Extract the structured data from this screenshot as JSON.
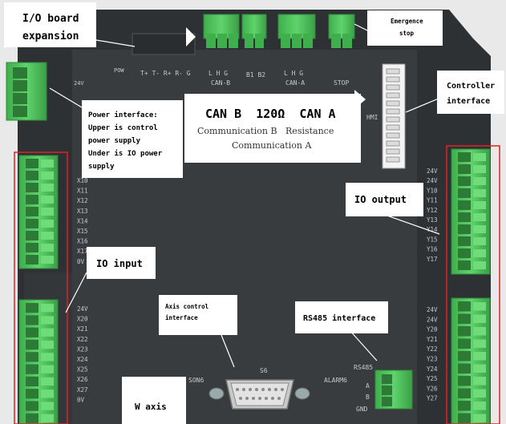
{
  "callouts": {
    "io_board": [
      "I/O board",
      "expansion"
    ],
    "emergence": [
      "Emergence",
      "stop"
    ],
    "power": [
      "Power interface:",
      "Upper is control",
      "power supply",
      "Under is IO power",
      "supply"
    ],
    "can": {
      "title": "CAN B  120Ω  CAN A",
      "line1": "Communication B   Resistance",
      "line2": "Communication A"
    },
    "controller": [
      "Controller",
      "interface"
    ],
    "io_output": "IO output",
    "io_input": "IO input",
    "axis_control": [
      "Axis control",
      "interface"
    ],
    "rs485": "RS485 interface",
    "w_axis": "W axis"
  },
  "board_labels": {
    "pow": "POW",
    "top_conn_a": "T+ T- R+ R- G",
    "can_b_pins": "L  H  G",
    "can_b": "CAN-B",
    "b1b2": "B1 B2",
    "can_a_pins": "L  H  G",
    "can_a": "CAN-A",
    "stop": "STOP",
    "hmi": "HMI",
    "v24": "24V",
    "s6": "S6",
    "son6": "SON6",
    "alarm6": "ALARM6",
    "rs485": "RS485",
    "rs485_pins": [
      "A",
      "B",
      "GND"
    ]
  },
  "inputs_top": [
    "X10",
    "X11",
    "X12",
    "X13",
    "X14",
    "X15",
    "X16",
    "X17",
    "0V"
  ],
  "inputs_bottom": [
    "24V",
    "X20",
    "X21",
    "X22",
    "X23",
    "X24",
    "X25",
    "X26",
    "X27",
    "0V"
  ],
  "outputs_top": [
    "24V",
    "24V",
    "Y10",
    "Y11",
    "Y12",
    "Y13",
    "Y14",
    "Y15",
    "Y16",
    "Y17"
  ],
  "outputs_bottom": [
    "24V",
    "24V",
    "Y20",
    "Y21",
    "Y22",
    "Y23",
    "Y24",
    "Y25",
    "Y26",
    "Y27"
  ],
  "colors": {
    "terminal": "#4cc45a",
    "terminal_dark": "#2f8a3a",
    "highlight": "#dd2222",
    "board": "#2f3235"
  }
}
